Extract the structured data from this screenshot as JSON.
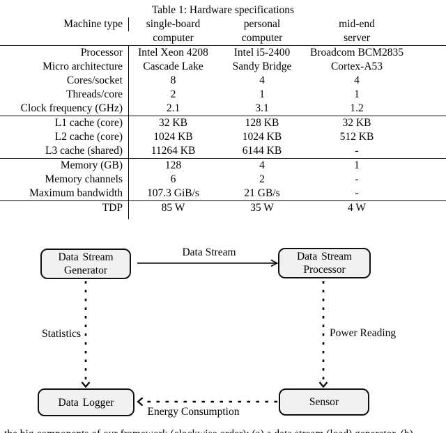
{
  "table": {
    "title": "Table 1: Hardware specifications",
    "corner_label": "Machine type",
    "col_headers": [
      {
        "line1": "single-board",
        "line2": "computer"
      },
      {
        "line1": "personal",
        "line2": "computer"
      },
      {
        "line1": "mid-end",
        "line2": "server"
      }
    ],
    "rows": [
      {
        "label": "Processor",
        "v1": "Intel Xeon 4208",
        "v2": "Intel i5-2400",
        "v3": "Broadcom BCM2835"
      },
      {
        "label": "Micro architecture",
        "v1": "Cascade Lake",
        "v2": "Sandy Bridge",
        "v3": "Cortex-A53"
      },
      {
        "label": "Cores/socket",
        "v1": "8",
        "v2": "4",
        "v3": "4"
      },
      {
        "label": "Threads/core",
        "v1": "2",
        "v2": "1",
        "v3": "1"
      },
      {
        "label": "Clock frequency (GHz)",
        "v1": "2.1",
        "v2": "3.1",
        "v3": "1.2"
      },
      {
        "label": "L1 cache (core)",
        "v1": "32 KB",
        "v2": "128 KB",
        "v3": "32 KB"
      },
      {
        "label": "L2 cache (core)",
        "v1": "1024 KB",
        "v2": "1024 KB",
        "v3": "512 KB"
      },
      {
        "label": "L3 cache (shared)",
        "v1": "11264 KB",
        "v2": "6144 KB",
        "v3": "-"
      },
      {
        "label": "Memory (GB)",
        "v1": "128",
        "v2": "4",
        "v3": "1"
      },
      {
        "label": "Memory channels",
        "v1": "6",
        "v2": "2",
        "v3": "-"
      },
      {
        "label": "Maximum bandwidth",
        "v1": "107.3 GiB/s",
        "v2": "21 GB/s",
        "v3": "-"
      },
      {
        "label": "TDP",
        "v1": "85 W",
        "v2": "35 W",
        "v3": "4 W"
      }
    ]
  },
  "diagram": {
    "nodes": {
      "generator": {
        "line1": "Data Stream",
        "line2": "Generator"
      },
      "processor": {
        "line1": "Data Stream",
        "line2": "Processor"
      },
      "logger": {
        "label": "Data Logger"
      },
      "sensor": {
        "label": "Sensor"
      }
    },
    "edge_labels": {
      "data_stream": "Data Stream",
      "statistics": "Statistics",
      "power_reading": "Power Reading",
      "energy_consumption": "Energy Consumption"
    },
    "colors": {
      "box_fill": "#f1f1f1",
      "box_border": "#111111",
      "line": "#000000"
    }
  },
  "page": {
    "caption_fragment": "the big components of our framework (clockwise order): (a) a data stream (load) generator, (b)"
  }
}
